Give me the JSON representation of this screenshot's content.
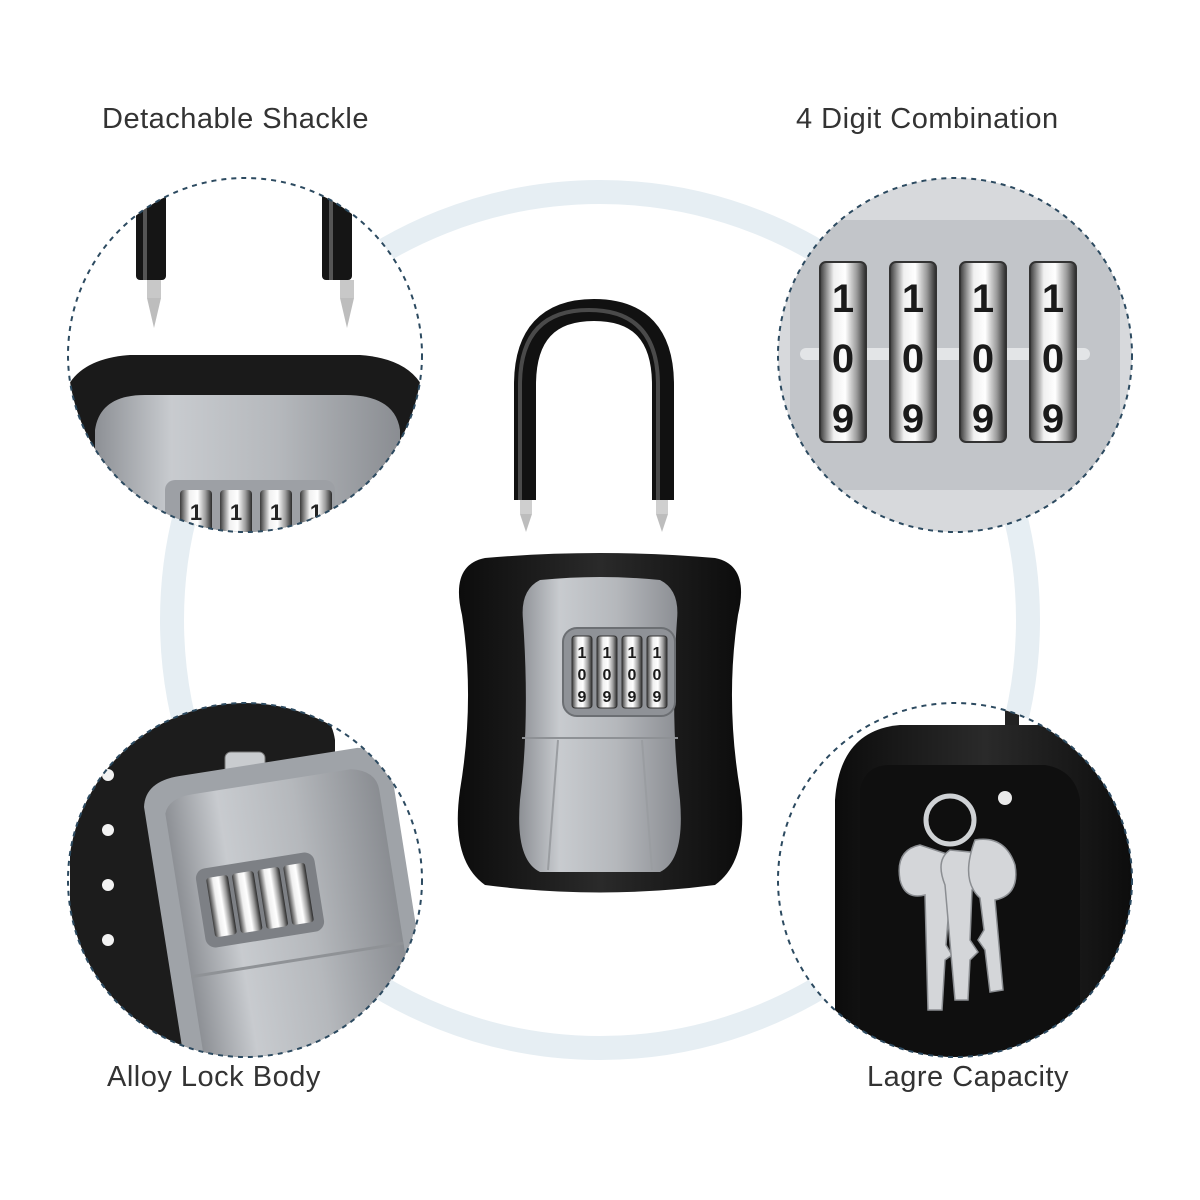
{
  "features": {
    "top_left": "Detachable Shackle",
    "top_right": "4 Digit Combination",
    "bottom_left": "Alloy Lock Body",
    "bottom_right": "Lagre Capacity"
  },
  "dial": {
    "top": "1",
    "middle": "0",
    "bottom": "9",
    "wheel_count": 4
  },
  "colors": {
    "ring": "#e6eef3",
    "dashed_border": "#2c4a60",
    "lock_shell": "#1d1d1d",
    "lock_panel": "#b9bcc0",
    "label_text": "#333333"
  }
}
